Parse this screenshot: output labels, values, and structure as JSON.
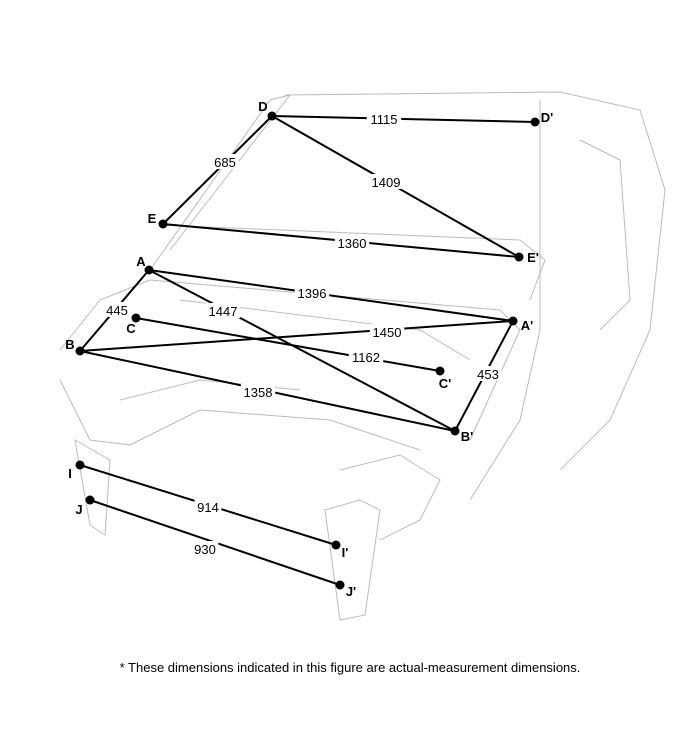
{
  "points": [
    {
      "id": "D",
      "label": "D"
    },
    {
      "id": "D2",
      "label": "D'"
    },
    {
      "id": "E",
      "label": "E"
    },
    {
      "id": "E2",
      "label": "E'"
    },
    {
      "id": "A",
      "label": "A"
    },
    {
      "id": "A2",
      "label": "A'"
    },
    {
      "id": "B",
      "label": "B"
    },
    {
      "id": "B2",
      "label": "B'"
    },
    {
      "id": "C",
      "label": "C"
    },
    {
      "id": "C2",
      "label": "C'"
    },
    {
      "id": "I",
      "label": "I"
    },
    {
      "id": "I2",
      "label": "I'"
    },
    {
      "id": "J",
      "label": "J"
    },
    {
      "id": "J2",
      "label": "J'"
    }
  ],
  "measurements": [
    {
      "from": "D",
      "to": "D2",
      "value": "1115"
    },
    {
      "from": "D",
      "to": "E",
      "value": "685"
    },
    {
      "from": "D",
      "to": "E2",
      "value": "1409"
    },
    {
      "from": "E",
      "to": "E2",
      "value": "1360"
    },
    {
      "from": "A",
      "to": "A2",
      "value": "1396"
    },
    {
      "from": "A",
      "to": "B",
      "value": "445"
    },
    {
      "from": "A",
      "to": "B2",
      "value": "1447"
    },
    {
      "from": "B",
      "to": "A2",
      "value": "1450"
    },
    {
      "from": "C",
      "to": "C2",
      "value": "1162"
    },
    {
      "from": "A2",
      "to": "B2",
      "value": "453"
    },
    {
      "from": "B",
      "to": "B2",
      "value": "1358"
    },
    {
      "from": "I",
      "to": "I2",
      "value": "914"
    },
    {
      "from": "J",
      "to": "J2",
      "value": "930"
    }
  ],
  "footnote": "*  These dimensions indicated in this figure are actual-measurement dimensions."
}
